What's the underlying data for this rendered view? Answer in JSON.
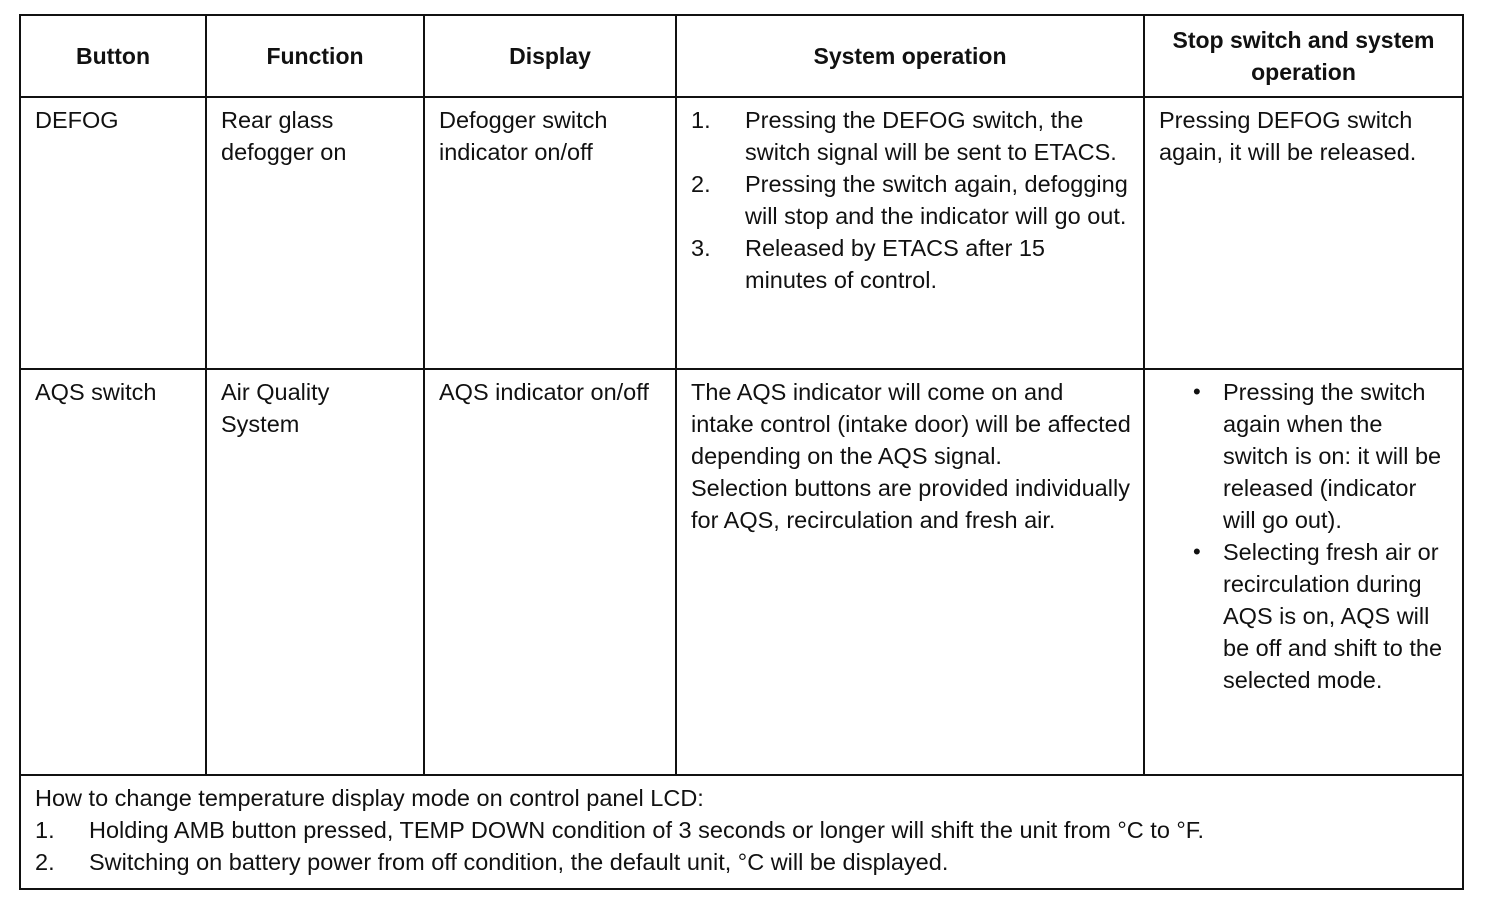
{
  "headers": [
    "Button",
    "Function",
    "Display",
    "System operation",
    "Stop switch and system operation"
  ],
  "rows": [
    {
      "button": "DEFOG",
      "function": "Rear glass defogger on",
      "display": "Defogger switch indicator on/off",
      "operation_steps": [
        {
          "num": "1.",
          "text": "Pressing the DEFOG switch, the switch signal will be sent to ETACS."
        },
        {
          "num": "2.",
          "text": "Pressing the switch again, defogging will stop and the indicator will go out."
        },
        {
          "num": "3.",
          "text": "Released by ETACS after 15 minutes of control."
        }
      ],
      "stop": "Pressing DEFOG switch again, it will be released."
    },
    {
      "button": "AQS switch",
      "function": "Air Quality System",
      "display": "AQS indicator on/off",
      "operation_paragraphs": [
        "The AQS indicator will come on and intake control (intake door) will be affected depending on the AQS signal.",
        "Selection buttons are provided individually for AQS, recirculation and fresh air."
      ],
      "stop_bullets": [
        "Pressing the switch again when the switch is on: it will be released (indicator will go out).",
        "Selecting fresh air or recirculation during AQS is on, AQS will be off and shift to the selected mode."
      ]
    }
  ],
  "note": {
    "title": "How to change temperature display mode on control panel LCD:",
    "steps": [
      {
        "num": "1.",
        "text": "Holding AMB button pressed, TEMP DOWN condition of 3 seconds or longer will shift the unit from °C to °F."
      },
      {
        "num": "2.",
        "text": "Switching on battery power from off condition, the default unit, °C will be displayed."
      }
    ]
  }
}
